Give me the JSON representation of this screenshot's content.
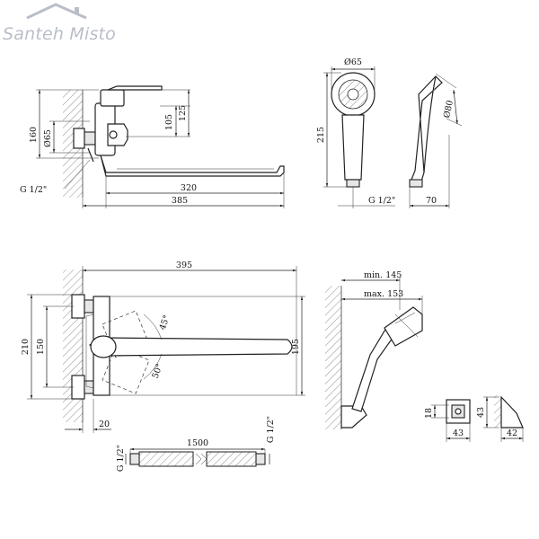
{
  "brand": {
    "logo_text": "Santeh Misto",
    "logo_color": "#b9bec8"
  },
  "dimensions": {
    "top_mixer": {
      "d105": "105",
      "d125": "125",
      "d160": "160",
      "d65": "Ø65",
      "g12": "G 1/2\"",
      "d320": "320",
      "d385": "385"
    },
    "hand_shower": {
      "d65": "Ø65",
      "d215": "215",
      "g12": "G 1/2\"",
      "d70": "70",
      "d80": "Ø80"
    },
    "plan_view": {
      "d395": "395",
      "d210": "210",
      "d150": "150",
      "d195": "195",
      "d20": "20",
      "angle45": "45°",
      "angle50": "50°"
    },
    "wall_holder": {
      "min145": "min. 145",
      "max153": "max. 153"
    },
    "bracket": {
      "d18": "18",
      "d43a": "43",
      "d43b": "43",
      "d42": "42"
    },
    "hose": {
      "g12_left": "G 1/2\"",
      "d1500": "1500",
      "g12_right": "G 1/2\""
    }
  }
}
